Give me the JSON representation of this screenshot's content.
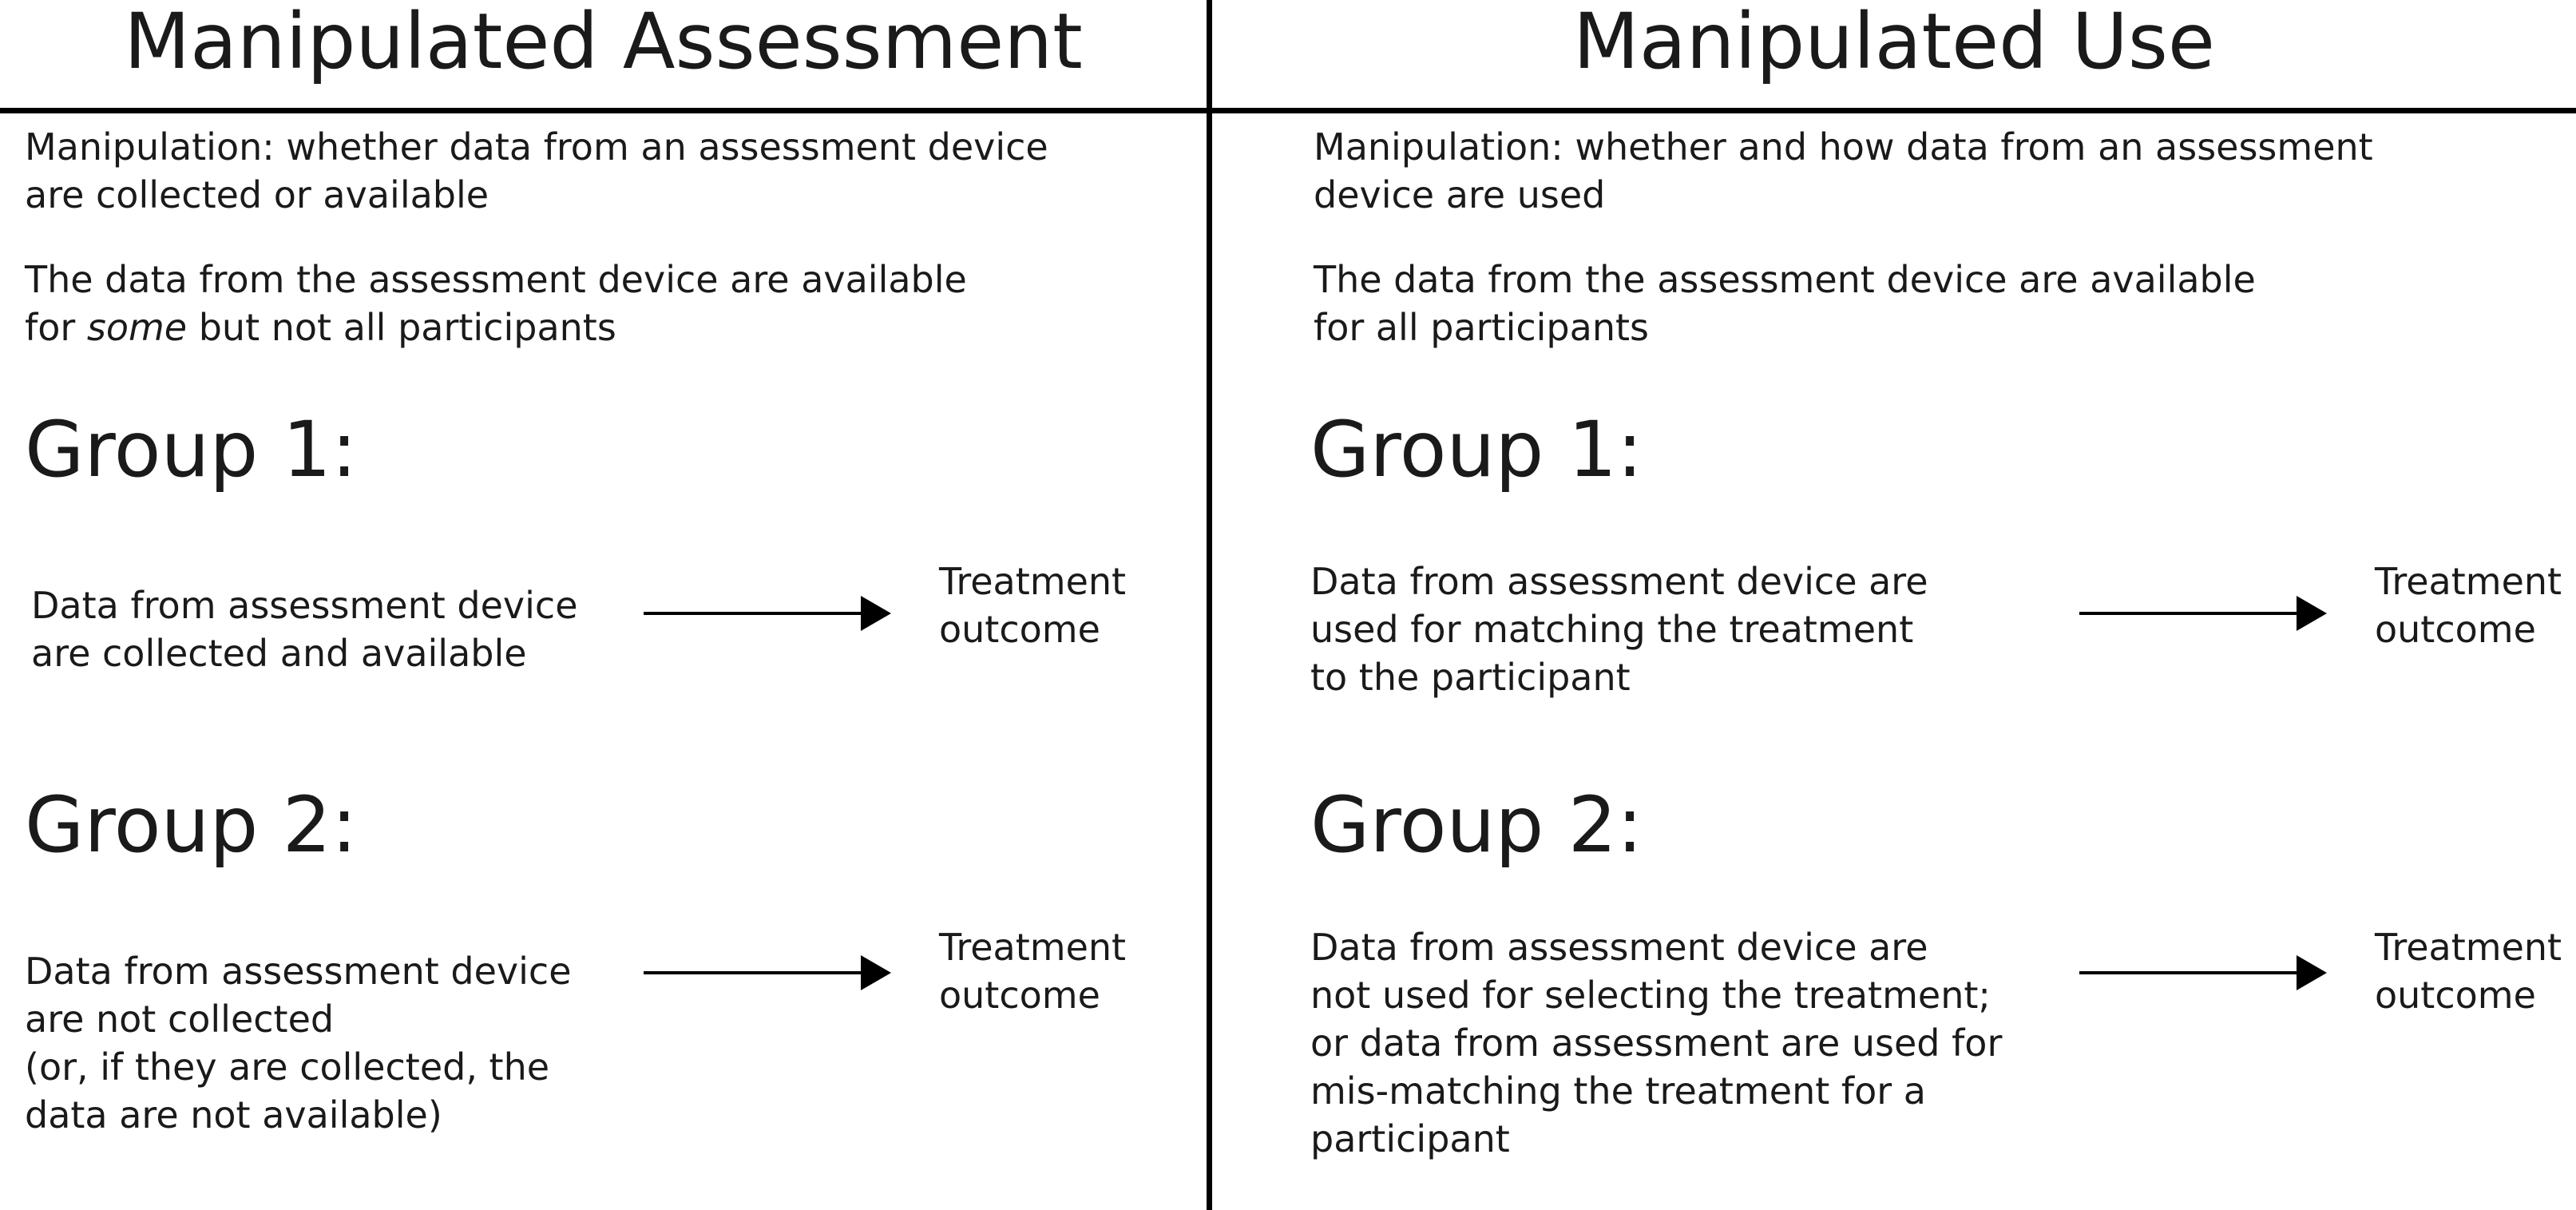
{
  "left": {
    "title": "Manipulated Assessment",
    "manipulation": [
      "Manipulation: whether data from an assessment device",
      "are collected or available"
    ],
    "availability": {
      "line1": "The data from the assessment device are available",
      "line2_prefix": "for ",
      "line2_emph": "some",
      "line2_suffix": " but not all participants"
    },
    "group1": {
      "label": "Group 1:",
      "text": [
        "Data from assessment device",
        "are collected and available"
      ],
      "outcome": [
        "Treatment",
        "outcome"
      ]
    },
    "group2": {
      "label": "Group 2:",
      "text": [
        "Data from assessment device",
        "are not collected",
        "(or, if they are collected, the",
        "data are not available)"
      ],
      "outcome": [
        "Treatment",
        "outcome"
      ]
    }
  },
  "right": {
    "title": "Manipulated Use",
    "manipulation": [
      "Manipulation: whether and how data from an assessment",
      "device are used"
    ],
    "availability": [
      "The data from the assessment device are available",
      "for all participants"
    ],
    "group1": {
      "label": "Group 1:",
      "text": [
        "Data from assessment device are",
        "used for matching the treatment",
        "to the participant"
      ],
      "outcome": [
        "Treatment",
        "outcome"
      ]
    },
    "group2": {
      "label": "Group 2:",
      "text": [
        "Data from assessment device are",
        "not used for selecting the treatment;",
        "or data from assessment are used for",
        "mis-matching the treatment for a",
        "participant"
      ],
      "outcome": [
        "Treatment",
        "outcome"
      ]
    }
  }
}
